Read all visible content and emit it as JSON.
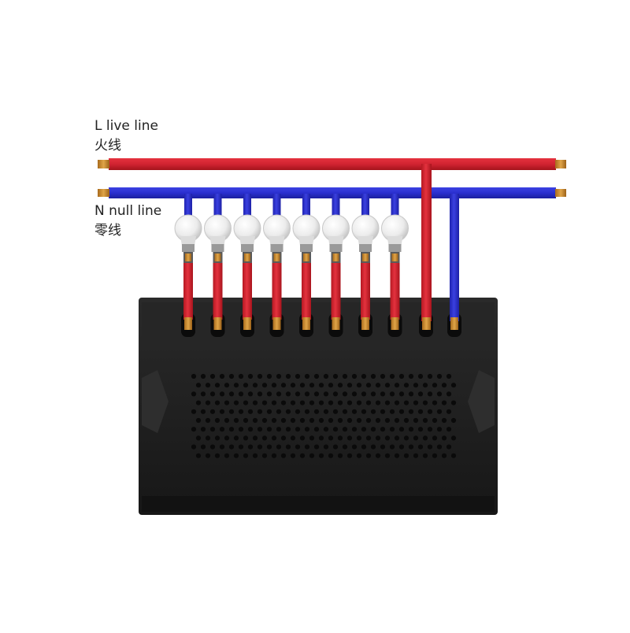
{
  "labels": {
    "live_en": "L live line",
    "live_zh": "火线",
    "null_en": "N null line",
    "null_zh": "零线"
  },
  "colors": {
    "live": "#d42230",
    "neutral": "#2a2fcf",
    "copper": "#c98a2e",
    "lamp": "#eeeeee",
    "device": "#1e1e1e"
  },
  "lamp_count": 8
}
